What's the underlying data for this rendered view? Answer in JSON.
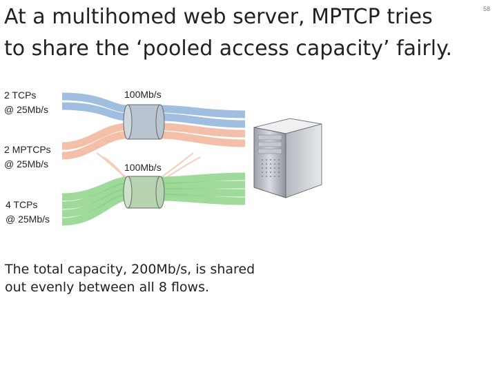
{
  "slide": {
    "title": "At a multihomed web server, MPTCP tries\nto share the ‘pooled access capacity’ fairly.",
    "number": "58"
  },
  "labels": {
    "tcp2": "2 TCPs\n@ 25Mb/s",
    "mptcp2": "2 MPTCPs\n@ 25Mb/s",
    "tcp4": "4 TCPs\n@ 25Mb/s",
    "link_top": "100Mb/s",
    "link_bottom": "100Mb/s"
  },
  "caption": "The total capacity, 200Mb/s, is shared\nout evenly between all 8 flows.",
  "colors": {
    "tcp2_flow": "#8fb3d9",
    "mptcp_flow": "#f2b49a",
    "tcp4_flow": "#8ed48a",
    "link_top_fill": "#b8c4d0",
    "link_bottom_fill": "#b6d4b0"
  },
  "icons": {
    "server": "server-tower-icon"
  }
}
